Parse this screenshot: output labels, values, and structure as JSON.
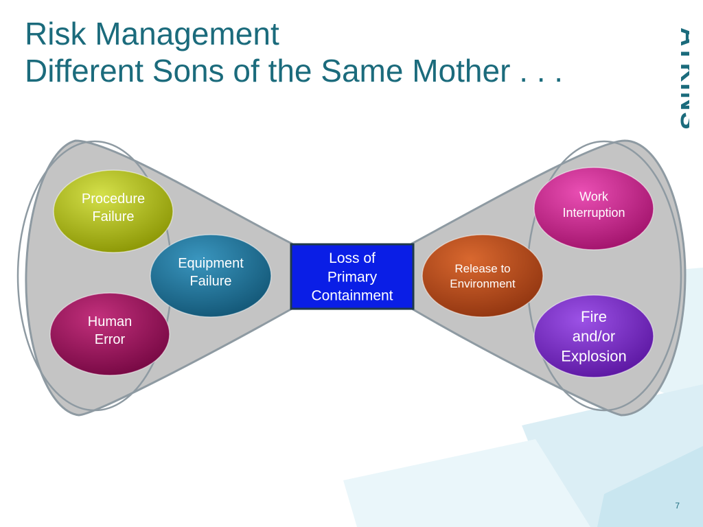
{
  "slide": {
    "title_line1": "Risk Management",
    "title_line2": "Different Sons of the Same Mother . . .",
    "logo_text": "ATKINS",
    "page_number": "7"
  },
  "bowtie": {
    "center_event": {
      "lines": [
        "Loss of",
        "Primary",
        "Containment"
      ],
      "color": "#0a1ee6"
    },
    "causes": [
      {
        "lines": [
          "Procedure",
          "Failure"
        ],
        "color": "#a9b70f"
      },
      {
        "lines": [
          "Equipment",
          "Failure"
        ],
        "color": "#1d6f96"
      },
      {
        "lines": [
          "Human",
          "Error"
        ],
        "color": "#9a0f5a"
      }
    ],
    "consequences": [
      {
        "lines": [
          "Work",
          "Interruption"
        ],
        "color": "#c71f8c"
      },
      {
        "lines": [
          "Release to",
          "Environment"
        ],
        "color": "#b54718"
      },
      {
        "lines": [
          "Fire",
          "and/or",
          "Explosion"
        ],
        "color": "#7b2bc9"
      }
    ]
  },
  "colors": {
    "title": "#1b6b7c",
    "bowtie_fill": "#bfbfbf",
    "bowtie_stroke": "#8f9aa3",
    "decor": "#d9eef5"
  }
}
